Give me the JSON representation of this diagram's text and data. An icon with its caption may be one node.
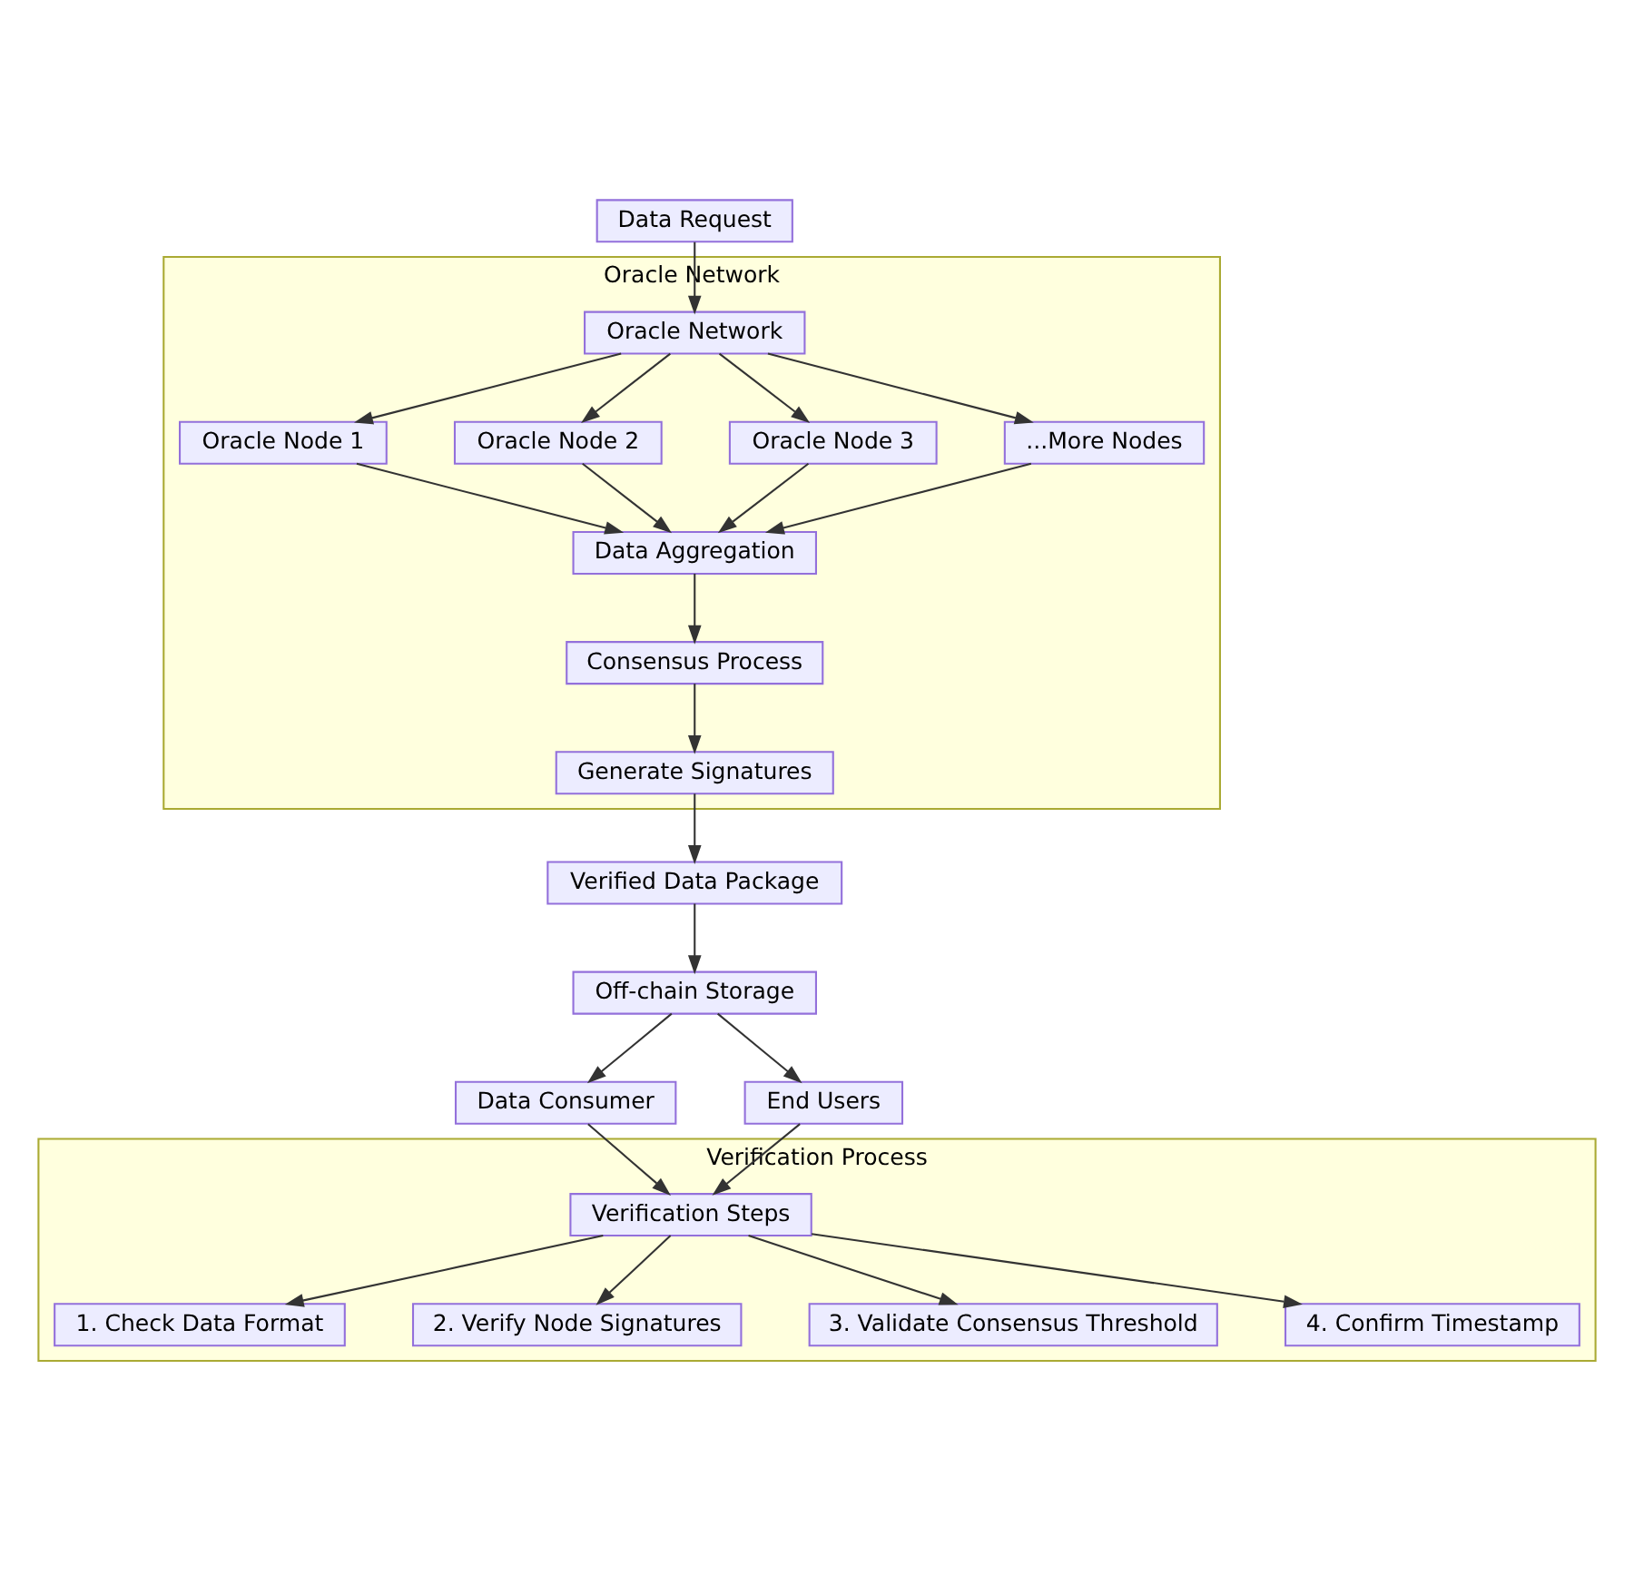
{
  "diagram": {
    "nodes": [
      {
        "text": [
          "Data Request"
        ]
      },
      {
        "text": [
          "Oracle Network"
        ]
      },
      {
        "text": [
          "Oracle Network"
        ],
        "in": 1
      },
      {
        "text": [
          "Oracle Node 1"
        ],
        "in": 1
      },
      {
        "text": [
          "Oracle Node 2"
        ],
        "in": 1
      },
      {
        "text": [
          "Oracle Node 3"
        ],
        "in": 1
      },
      {
        "text": [
          "...More Nodes"
        ],
        "in": 1
      },
      {
        "text": [
          "Data Aggregation"
        ],
        "in": 1
      },
      {
        "text": [
          "Consensus Process"
        ],
        "in": 1
      },
      {
        "text": [
          "Generate Signatures"
        ],
        "in": 1
      },
      {
        "text": [
          "Verified Data Package"
        ]
      },
      {
        "text": [
          "Off-chain Storage"
        ]
      },
      {
        "text": [
          "Data Consumer"
        ]
      },
      {
        "text": [
          "End Users"
        ]
      },
      {
        "text": [
          "Verification Process"
        ]
      },
      {
        "text": [
          "Verification Steps"
        ],
        "in": 14
      },
      {
        "text": [
          "1. Check Data Format"
        ],
        "in": 14
      },
      {
        "text": [
          "2. Verify Node Signatures"
        ],
        "in": 14
      },
      {
        "text": [
          "3. Validate Consensus Threshold"
        ],
        "in": 14
      },
      {
        "text": [
          "4. Confirm Timestamp"
        ],
        "in": 14
      }
    ],
    "edges": [
      {
        "from": 0,
        "to": 2,
        "arrow": "to"
      },
      {
        "from": 2,
        "to": 3,
        "arrow": "to"
      },
      {
        "from": 2,
        "to": 4,
        "arrow": "to"
      },
      {
        "from": 2,
        "to": 5,
        "arrow": "to"
      },
      {
        "from": 2,
        "to": 6,
        "arrow": "to"
      },
      {
        "from": 3,
        "to": 7,
        "arrow": "to"
      },
      {
        "from": 4,
        "to": 7,
        "arrow": "to"
      },
      {
        "from": 5,
        "to": 7,
        "arrow": "to"
      },
      {
        "from": 6,
        "to": 7,
        "arrow": "to"
      },
      {
        "from": 7,
        "to": 8,
        "arrow": "to"
      },
      {
        "from": 8,
        "to": 9,
        "arrow": "to"
      },
      {
        "from": 9,
        "to": 10,
        "arrow": "to"
      },
      {
        "from": 10,
        "to": 11,
        "arrow": "to"
      },
      {
        "from": 11,
        "to": 12,
        "arrow": "to"
      },
      {
        "from": 11,
        "to": 13,
        "arrow": "to"
      },
      {
        "from": 12,
        "to": 15,
        "arrow": "to"
      },
      {
        "from": 13,
        "to": 15,
        "arrow": "to"
      },
      {
        "from": 15,
        "to": 16,
        "arrow": "to"
      },
      {
        "from": 15,
        "to": 17,
        "arrow": "to"
      },
      {
        "from": 15,
        "to": 18,
        "arrow": "to"
      },
      {
        "from": 15,
        "to": 19,
        "arrow": "to"
      }
    ]
  }
}
